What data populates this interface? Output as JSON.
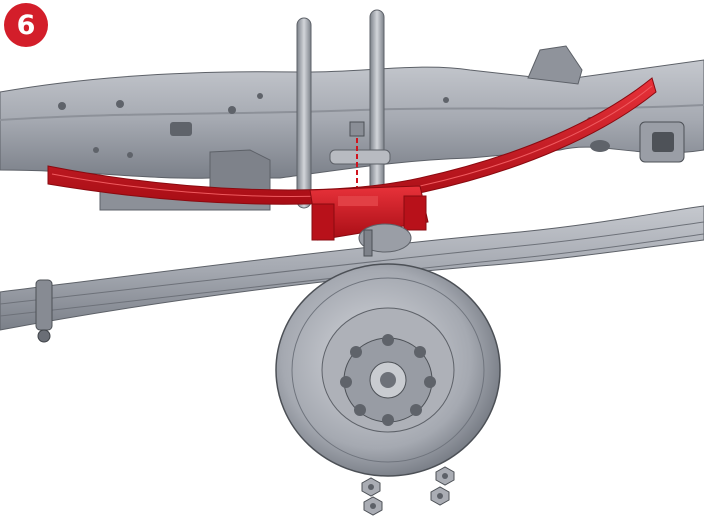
{
  "step": {
    "number": "6"
  },
  "colors": {
    "badge": "#d31e2a",
    "highlight_part": "#d0141e",
    "frame": "#9fa3ab",
    "frame_dark": "#7b8089",
    "frame_light": "#c5c8ce",
    "hub": "#8a8e96"
  },
  "parts": {
    "highlighted": "leaf-spring",
    "shown": [
      "frame-rail",
      "leaf-spring",
      "u-bolts",
      "axle-spring-seat",
      "lower-leaf-spring",
      "brake-drum-hub",
      "lug-nuts"
    ]
  }
}
